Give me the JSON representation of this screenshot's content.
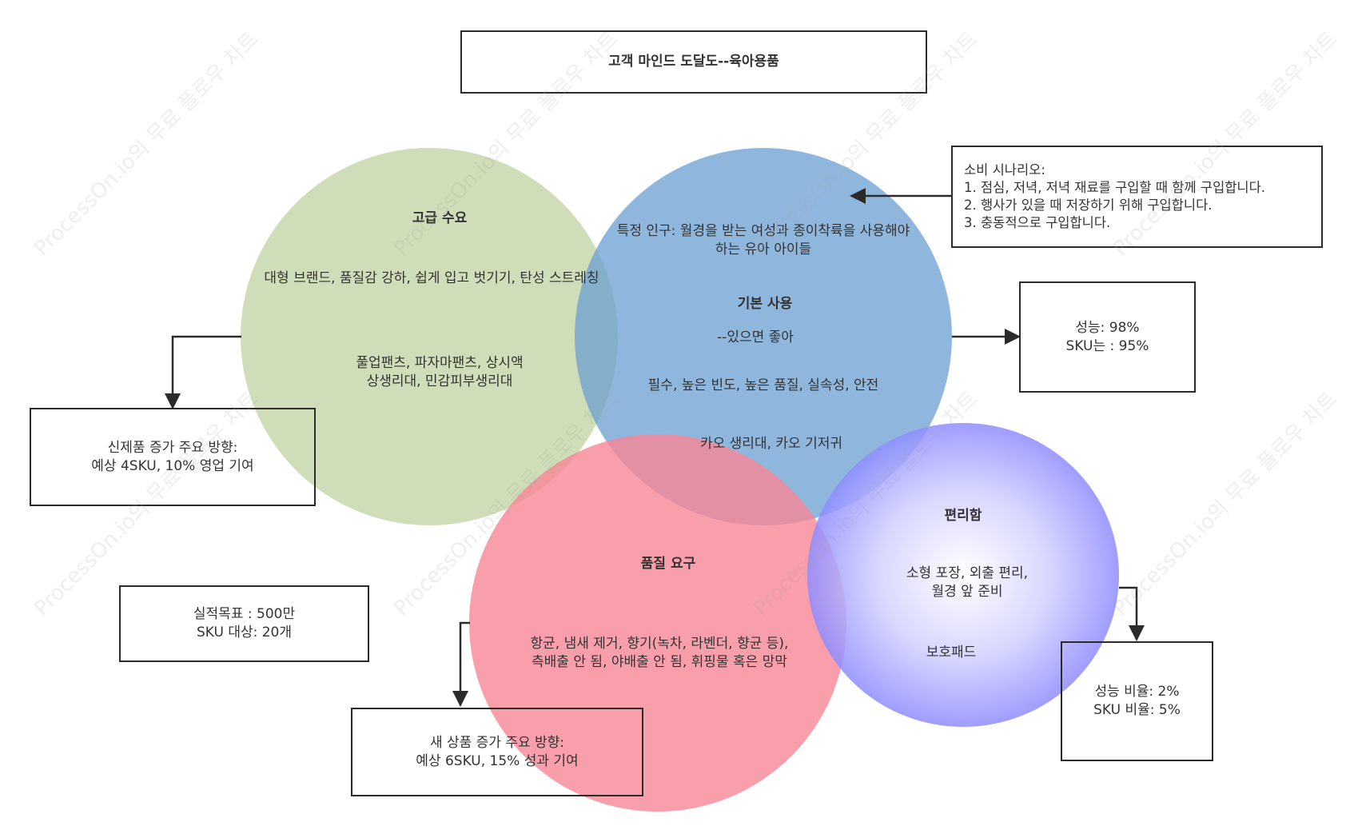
{
  "title": "고객 마인드 도달도--육아용품",
  "watermark": "ProcessOn.io의 무료 플로우 차트",
  "colors": {
    "green": "#c8dab0",
    "blue": "#7ba9d6",
    "pink": "#f8909f",
    "purple": "#8f8cff",
    "border": "#2b2b2b"
  },
  "circles": {
    "high_demand": {
      "title": "고급 수요",
      "desc": "대형 브랜드, 품질감 강하, 쉽게 입고 벗기기, 탄성 스트레칭",
      "products": "풀업팬츠, 파자마팬츠, 상시액\n상생리대, 민감피부생리대"
    },
    "basic_use": {
      "target": "특정 인구: 월경을 받는 여성과 종이착륙을 사용해야 하는 유아 아이들",
      "title": "기본 사용",
      "subtitle": "--있으면 좋아",
      "desc": "필수, 높은 빈도, 높은 품질, 실속성, 안전",
      "products": "카오 생리대, 카오 기저귀"
    },
    "quality": {
      "title": "품질 요구",
      "desc": "항균, 냄새 제거, 향기(녹차, 라벤더, 향균 등),\n측배출 안 됨, 야배출 안 됨, 휘핑물 혹은 망막"
    },
    "convenience": {
      "title": "편리함",
      "desc": "소형 포장, 외출 편리,\n월경 앞 준비",
      "products": "보호패드"
    }
  },
  "boxes": {
    "scenario": "소비 시나리오:\n1. 점심, 저녁, 저녁 재료를 구입할 때 함께 구입합니다.\n2. 행사가 있을 때 저장하기 위해 구입합니다.\n3. 충동적으로 구입합니다.",
    "performance": "성능: 98%\nSKU는 :  95%",
    "new_product_left": "신제품 증가 주요 방향:\n예상 4SKU, 10% 영업 기여",
    "target": "실적목표 : 500만\nSKU 대상: 20개",
    "new_product_bottom": "새 상품 증가 주요 방향:\n예상 6SKU, 15% 성과 기여",
    "ratio": "성능 비율: 2%\nSKU 비율: 5%"
  }
}
